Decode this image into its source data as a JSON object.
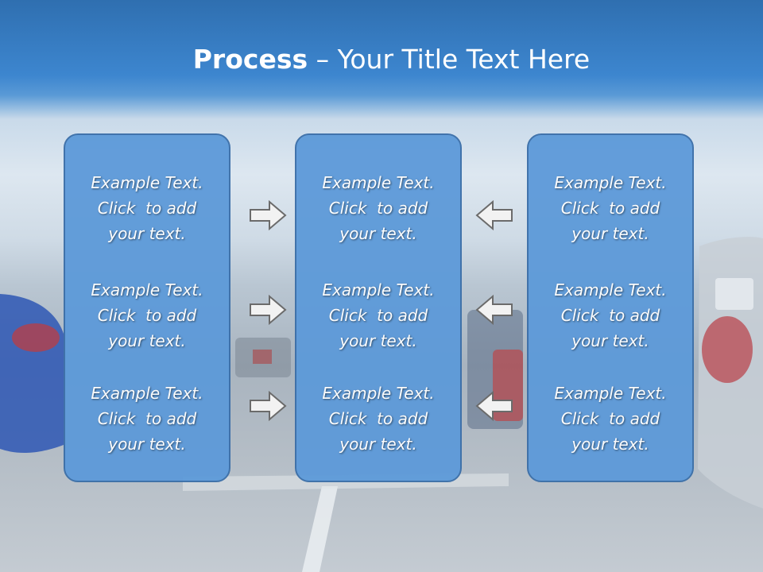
{
  "slide": {
    "title_bold": "Process",
    "title_rest": " – Your Title Text Here"
  },
  "columns": [
    {
      "items": [
        "Example Text.\nClick  to add\nyour text.",
        "Example Text.\nClick  to add\nyour text.",
        "Example Text.\nClick  to add\nyour text."
      ]
    },
    {
      "items": [
        "Example Text.\nClick  to add\nyour text.",
        "Example Text.\nClick  to add\nyour text.",
        "Example Text.\nClick  to add\nyour text."
      ]
    },
    {
      "items": [
        "Example Text.\nClick  to add\nyour text.",
        "Example Text.\nClick  to add\nyour text.",
        "Example Text.\nClick  to add\nyour text."
      ]
    }
  ],
  "arrows": {
    "left_group": "right-arrow-icon",
    "right_group": "left-arrow-icon"
  },
  "colors": {
    "box_fill": "#5d9ad9",
    "box_border": "#3a6ea8",
    "header_blue": "#3d86cf"
  }
}
